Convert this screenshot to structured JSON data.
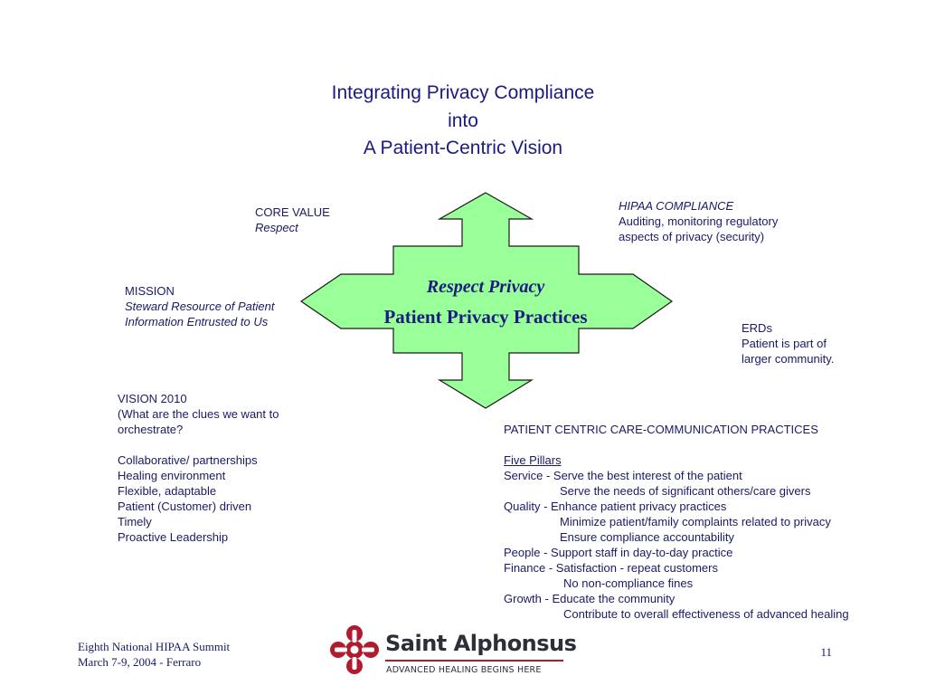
{
  "slide": {
    "title_lines": [
      "Integrating Privacy Compliance",
      "into",
      "A Patient-Centric Vision"
    ]
  },
  "diagram": {
    "center_line1": "Respect Privacy",
    "center_line2": "Patient Privacy Practices",
    "arrow_fill": "#99ff99",
    "arrow_stroke": "#1a1a1a"
  },
  "core_value": {
    "heading": "CORE VALUE",
    "text": "Respect"
  },
  "hipaa": {
    "heading": "HIPAA COMPLIANCE",
    "line1": "Auditing, monitoring regulatory",
    "line2": "aspects of privacy (security)"
  },
  "mission": {
    "heading": "MISSION",
    "line1": "Steward Resource of Patient",
    "line2": "Information Entrusted to Us"
  },
  "erds": {
    "heading": "ERDs",
    "line1": "Patient is part of",
    "line2": "larger community."
  },
  "vision": {
    "heading": "VISION 2010",
    "question_line1": "(What are the clues we want to",
    "question_line2": "orchestrate?",
    "items": [
      "Collaborative/ partnerships",
      "Healing environment",
      "Flexible, adaptable",
      "Patient (Customer) driven",
      "Timely",
      "Proactive Leadership"
    ]
  },
  "practices": {
    "heading": "PATIENT CENTRIC CARE-COMMUNICATION PRACTICES",
    "subheading": "Five Pillars",
    "lines": [
      "Service - Serve the best interest of the patient",
      "Serve the needs of significant others/care givers",
      "Quality -  Enhance patient privacy practices",
      "Minimize patient/family complaints related to privacy",
      "Ensure compliance accountability",
      "People -   Support staff in day-to-day practice",
      "Finance -  Satisfaction - repeat customers",
      "No non-compliance fines",
      "Growth -   Educate the community",
      "Contribute to overall effectiveness of advanced healing"
    ]
  },
  "footer": {
    "line1": "Eighth National HIPAA Summit",
    "line2": "March 7-9, 2004 - Ferraro"
  },
  "page_number": "11",
  "logo": {
    "name": "Saint Alphonsus",
    "tagline": "ADVANCED HEALING BEGINS HERE",
    "color": "#b01c2e"
  }
}
